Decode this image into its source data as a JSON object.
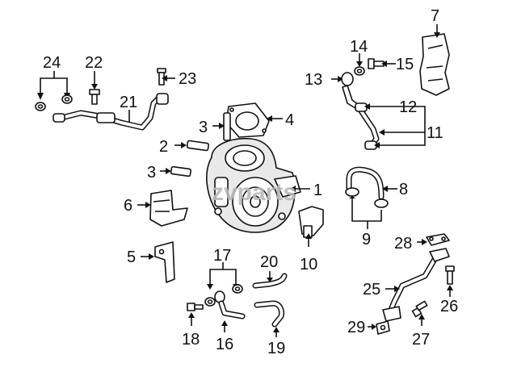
{
  "watermark": "zvparts",
  "callouts": [
    "1",
    "2",
    "3",
    "3",
    "4",
    "5",
    "6",
    "7",
    "8",
    "9",
    "10",
    "11",
    "12",
    "13",
    "14",
    "15",
    "16",
    "17",
    "18",
    "19",
    "20",
    "21",
    "22",
    "23",
    "24",
    "25",
    "26",
    "27",
    "28",
    "29"
  ]
}
